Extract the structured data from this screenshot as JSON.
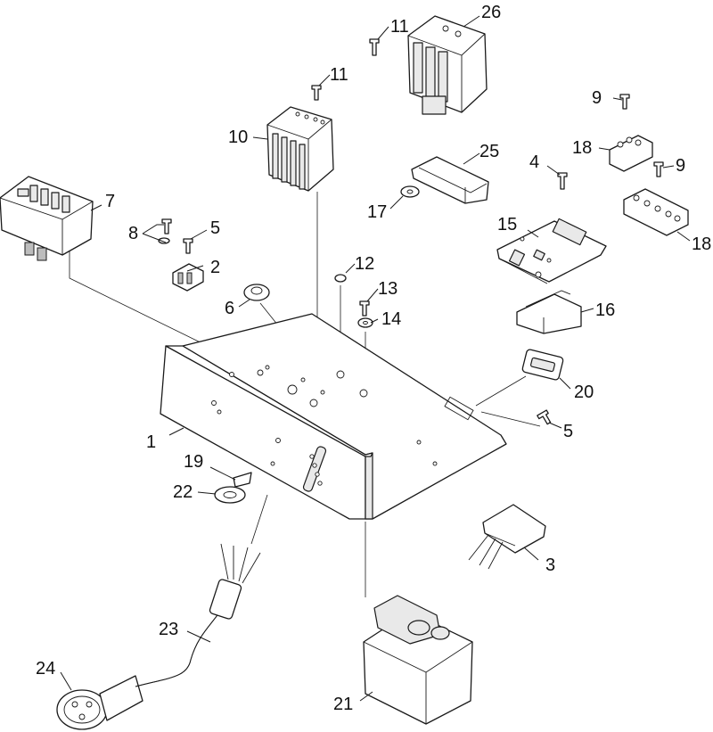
{
  "callouts": {
    "c1": "1",
    "c2": "2",
    "c3": "3",
    "c4": "4",
    "c5a": "5",
    "c5b": "5",
    "c6": "6",
    "c7": "7",
    "c8": "8",
    "c9a": "9",
    "c9b": "9",
    "c10": "10",
    "c11a": "11",
    "c11b": "11",
    "c12": "12",
    "c13": "13",
    "c14": "14",
    "c15": "15",
    "c16": "16",
    "c17": "17",
    "c18a": "18",
    "c18b": "18",
    "c19": "19",
    "c20": "20",
    "c21": "21",
    "c22": "22",
    "c23": "23",
    "c24": "24",
    "c25": "25",
    "c26": "26"
  },
  "colors": {
    "line": "#1a1a1a",
    "fill": "#ffffff",
    "shade": "#e9e9e9"
  }
}
